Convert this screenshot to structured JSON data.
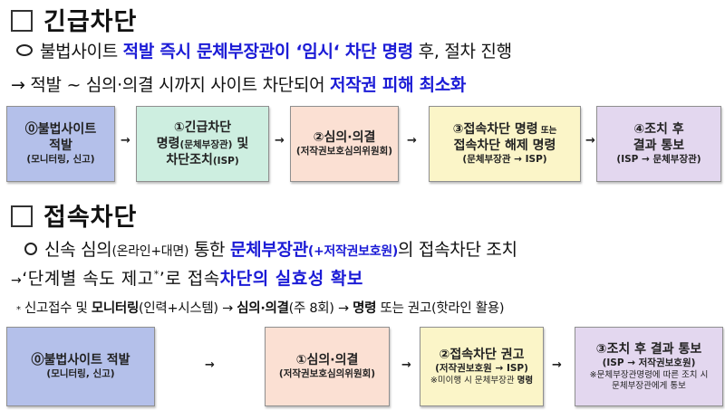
{
  "section1": {
    "title": "긴급차단",
    "bullet_icon": "circle-bullet",
    "line1": {
      "prefix": "불법사이트 ",
      "highlight": "적발 즉시 문체부장관이 ‘임시‘ 차단 명령",
      "suffix": " 후, 절차 진행"
    },
    "line2": {
      "arrow": "→",
      "prefix": " 적발 ~ 심의·의결 시까지 사이트 차단되어 ",
      "highlight": "저작권 피해 최소화"
    },
    "flow": [
      {
        "title_a": "⓪불법사이트",
        "title_b": "적발",
        "sub": "(모니터링, 신고)",
        "color": "#b4c0ea"
      },
      {
        "title_a": "①긴급차단",
        "title_b": "명령",
        "title_b_small": "(문체부장관)",
        "title_b_tail": " 및",
        "title_c": "차단조치",
        "title_c_small": "(ISP)",
        "color": "#cdeee0"
      },
      {
        "title_a": "②심의·의결",
        "sub": "(저작권보호심의위원회)",
        "color": "#fbe0d3"
      },
      {
        "title_a": "③접속차단 명령",
        "title_a_small": " 또는",
        "title_b": "접속차단 해제 명령",
        "sub": "(문체부장관 → ISP)",
        "color": "#fbf5c8"
      },
      {
        "title_a": "④조치 후",
        "title_b": "결과 통보",
        "sub": "(ISP → 문체부장관)",
        "color": "#e3d7ef"
      }
    ],
    "flow_arrow": "→"
  },
  "section2": {
    "title": "접속차단",
    "line1": {
      "prefix": "신속 심의",
      "small": "(온라인+대면)",
      "mid": " 통한 ",
      "highlight": "문체부장관",
      "highlight_small": "(+저작권보호원)",
      "suffix": "의 접속차단 조치"
    },
    "line2": {
      "arrow": "→",
      "prefix": "‘단계별 속도 제고",
      "star": "*",
      "mid": "’로 접속",
      "highlight": "차단의 실효성 확보"
    },
    "note": {
      "star": "*",
      "p1": " 신고접수 및 ",
      "b1": "모니터링",
      "p2": "(인력+시스템) → ",
      "b2": "심의·의결",
      "p3": "(주 8회) → ",
      "b3": "명령",
      "p4": " 또는 권고(핫라인 활용)"
    },
    "flow": [
      {
        "title_a": "⓪불법사이트 적발",
        "sub": "(모니터링, 신고)",
        "color": "#b4c0ea"
      },
      {
        "title_a": "①심의·의결",
        "sub": "(저작권보호심의위원회)",
        "color": "#fbe0d3"
      },
      {
        "title_a": "②접속차단 권고",
        "sub": "(저작권보호원 → ISP)",
        "note_prefix": "※미이행 시 문체부장관 ",
        "note_bold": "명령",
        "color": "#fbf5c8"
      },
      {
        "title_a": "③조치 후 결과 통보",
        "sub": "(ISP → 저작권보호원)",
        "note1": "※문체부장관명령에 따른 조치 시",
        "note2": "문체부장관에게 통보",
        "color": "#e3d7ef"
      }
    ],
    "flow_arrow": "→"
  }
}
